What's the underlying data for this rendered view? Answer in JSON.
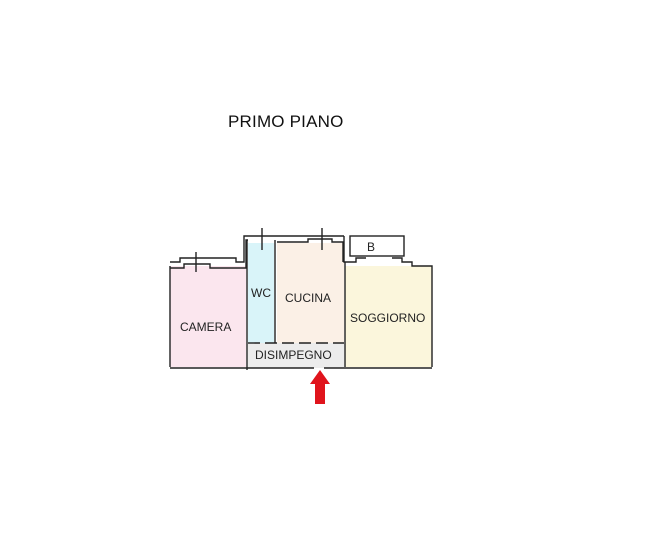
{
  "title": "PRIMO PIANO",
  "rooms": [
    {
      "id": "camera",
      "label": "CAMERA",
      "color": "#fbe6ee"
    },
    {
      "id": "wc",
      "label": "WC",
      "color": "#d9f4f9"
    },
    {
      "id": "cucina",
      "label": "CUCINA",
      "color": "#fbf0e6"
    },
    {
      "id": "soggiorno",
      "label": "SOGGIORNO",
      "color": "#fbf6dc"
    },
    {
      "id": "balcone",
      "label": "B",
      "color": "#ffffff"
    },
    {
      "id": "disimpegno",
      "label": "DISIMPEGNO",
      "color": "#ececec"
    }
  ],
  "entrance_arrow": {
    "color": "#e0141c",
    "direction": "up"
  }
}
